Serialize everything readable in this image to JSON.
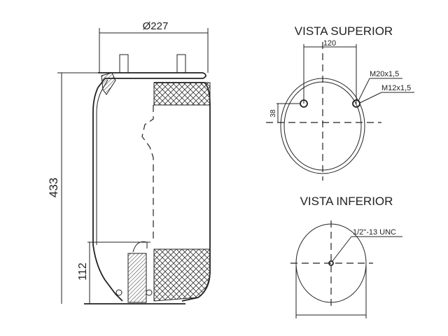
{
  "side_view": {
    "diameter_label": "Ø227",
    "height_label": "433",
    "piston_height_label": "112"
  },
  "top_view": {
    "title": "VISTA SUPERIOR",
    "spacing_label": "120",
    "offset_label": "38",
    "thread_large": "M20x1,5",
    "thread_small": "M12x1,5"
  },
  "bottom_view": {
    "title": "VISTA INFERIOR",
    "thread_label": "1/2\"-13 UNC"
  }
}
